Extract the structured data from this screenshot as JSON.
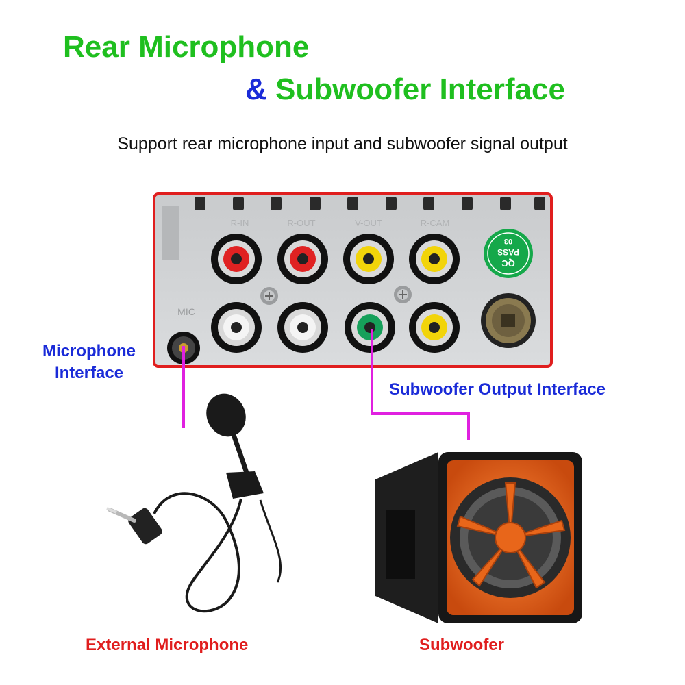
{
  "title": {
    "line1": "Rear Microphone",
    "line2_amp": "&",
    "line2_rest": " Subwoofer Interface"
  },
  "subtitle": "Support rear microphone input and subwoofer signal output",
  "labels": {
    "mic_interface_line1": "Microphone",
    "mic_interface_line2": "Interface",
    "sub_output": "Subwoofer Output Interface",
    "external_mic": "External Microphone",
    "subwoofer": "Subwoofer"
  },
  "panel": {
    "jack_labels": [
      "R-IN",
      "R-OUT",
      "V-OUT",
      "R-CAM"
    ],
    "mic_label": "MIC",
    "qc_sticker": [
      "QC",
      "PASS",
      "03"
    ]
  },
  "colors": {
    "title_green": "#1fbf1f",
    "title_blue": "#1a2bd8",
    "label_red": "#e01e1e",
    "connector_magenta": "#e020e0",
    "panel_border": "#e01e1e",
    "subwoofer_orange": "#e8661a"
  }
}
